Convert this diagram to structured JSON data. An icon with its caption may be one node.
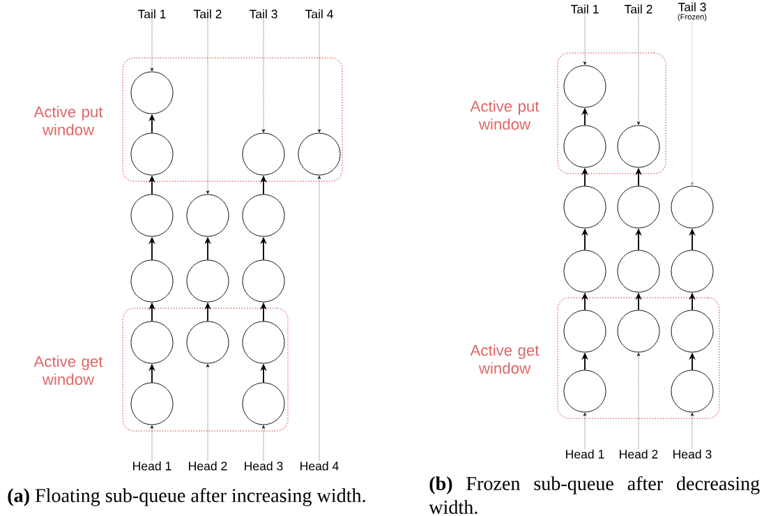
{
  "diagram": {
    "nodes": [
      {
        "text": [
          "Active put window"
        ]
      },
      {
        "text": [],
        "shape": "circle",
        "in": 0
      },
      {
        "text": [],
        "shape": "circle",
        "in": 0
      },
      {
        "text": [],
        "shape": "circle",
        "in": 0
      },
      {
        "text": [],
        "shape": "circle",
        "in": 0
      },
      {
        "text": [
          "Active get window"
        ]
      },
      {
        "text": [],
        "shape": "circle",
        "in": 5
      },
      {
        "text": [],
        "shape": "circle",
        "in": 5
      },
      {
        "text": [],
        "shape": "circle",
        "in": 5
      },
      {
        "text": [],
        "shape": "circle",
        "in": 5
      },
      {
        "text": [],
        "shape": "circle",
        "in": 5
      },
      {
        "text": [],
        "shape": "circle"
      },
      {
        "text": [],
        "shape": "circle"
      },
      {
        "text": [],
        "shape": "circle"
      },
      {
        "text": [],
        "shape": "circle"
      },
      {
        "text": [],
        "shape": "circle"
      },
      {
        "text": [],
        "shape": "circle"
      },
      {
        "text": [
          "Tail 1"
        ]
      },
      {
        "text": [
          "Tail 2"
        ]
      },
      {
        "text": [
          "Tail 3"
        ]
      },
      {
        "text": [
          "Tail 4"
        ]
      },
      {
        "text": [
          "Head 1"
        ]
      },
      {
        "text": [
          "Head 2"
        ]
      },
      {
        "text": [
          "Head 3"
        ]
      },
      {
        "text": [
          "Head 4"
        ]
      },
      {
        "text": [
          "Active put window"
        ]
      },
      {
        "text": [],
        "shape": "circle",
        "in": 25
      },
      {
        "text": [],
        "shape": "circle",
        "in": 25
      },
      {
        "text": [],
        "shape": "circle",
        "in": 25
      },
      {
        "text": [
          "Active get window"
        ]
      },
      {
        "text": [],
        "shape": "circle",
        "in": 29
      },
      {
        "text": [],
        "shape": "circle",
        "in": 29
      },
      {
        "text": [],
        "shape": "circle",
        "in": 29
      },
      {
        "text": [],
        "shape": "circle",
        "in": 29
      },
      {
        "text": [],
        "shape": "circle",
        "in": 29
      },
      {
        "text": [],
        "shape": "circle"
      },
      {
        "text": [],
        "shape": "circle"
      },
      {
        "text": [],
        "shape": "circle"
      },
      {
        "text": [],
        "shape": "circle"
      },
      {
        "text": [],
        "shape": "circle"
      },
      {
        "text": [],
        "shape": "circle"
      },
      {
        "text": [
          "Tail 1"
        ]
      },
      {
        "text": [
          "Tail 2"
        ]
      },
      {
        "text": [
          "Tail 3",
          "(Frozen)"
        ]
      },
      {
        "text": [
          "Head 1"
        ]
      },
      {
        "text": [
          "Head 2"
        ]
      },
      {
        "text": [
          "Head 3"
        ]
      }
    ],
    "edges": [
      {
        "from": 9,
        "to": 6,
        "arrow": "to"
      },
      {
        "from": 6,
        "to": 14,
        "arrow": "to"
      },
      {
        "from": 14,
        "to": 11,
        "arrow": "to"
      },
      {
        "from": 11,
        "to": 2,
        "arrow": "to"
      },
      {
        "from": 2,
        "to": 1,
        "arrow": "to"
      },
      {
        "from": 7,
        "to": 15,
        "arrow": "to"
      },
      {
        "from": 15,
        "to": 12,
        "arrow": "to"
      },
      {
        "from": 10,
        "to": 8,
        "arrow": "to"
      },
      {
        "from": 8,
        "to": 16,
        "arrow": "to"
      },
      {
        "from": 16,
        "to": 13,
        "arrow": "to"
      },
      {
        "from": 13,
        "to": 3,
        "arrow": "to"
      },
      {
        "from": 17,
        "to": 1,
        "arrow": "to",
        "style": "dashed"
      },
      {
        "from": 18,
        "to": 12,
        "arrow": "to",
        "style": "dashed"
      },
      {
        "from": 19,
        "to": 3,
        "arrow": "to",
        "style": "dashed"
      },
      {
        "from": 20,
        "to": 4,
        "arrow": "to",
        "style": "dashed"
      },
      {
        "from": 21,
        "to": 9,
        "arrow": "to",
        "style": "dashed"
      },
      {
        "from": 22,
        "to": 7,
        "arrow": "to",
        "style": "dashed"
      },
      {
        "from": 23,
        "to": 10,
        "arrow": "to",
        "style": "dashed"
      },
      {
        "from": 24,
        "to": 4,
        "arrow": "to",
        "style": "dashed"
      },
      {
        "from": 33,
        "to": 30,
        "arrow": "to"
      },
      {
        "from": 30,
        "to": 38,
        "arrow": "to"
      },
      {
        "from": 38,
        "to": 35,
        "arrow": "to"
      },
      {
        "from": 35,
        "to": 27,
        "arrow": "to"
      },
      {
        "from": 27,
        "to": 26,
        "arrow": "to"
      },
      {
        "from": 31,
        "to": 39,
        "arrow": "to"
      },
      {
        "from": 39,
        "to": 36,
        "arrow": "to"
      },
      {
        "from": 36,
        "to": 28,
        "arrow": "to"
      },
      {
        "from": 34,
        "to": 32,
        "arrow": "to"
      },
      {
        "from": 32,
        "to": 40,
        "arrow": "to"
      },
      {
        "from": 40,
        "to": 37,
        "arrow": "to"
      },
      {
        "from": 41,
        "to": 26,
        "arrow": "to",
        "style": "dashed"
      },
      {
        "from": 42,
        "to": 28,
        "arrow": "to",
        "style": "dashed"
      },
      {
        "from": 43,
        "to": 37,
        "arrow": "to",
        "style": "dashed",
        "color": "#6c8ebf"
      },
      {
        "from": 44,
        "to": 33,
        "arrow": "to",
        "style": "dashed"
      },
      {
        "from": 45,
        "to": 31,
        "arrow": "to",
        "style": "dashed"
      },
      {
        "from": 46,
        "to": 34,
        "arrow": "to",
        "style": "dashed"
      }
    ],
    "labels": [
      "**(a)** Floating sub-queue after increasing width.",
      "**(b)** Frozen sub-queue after decreasing width."
    ]
  }
}
